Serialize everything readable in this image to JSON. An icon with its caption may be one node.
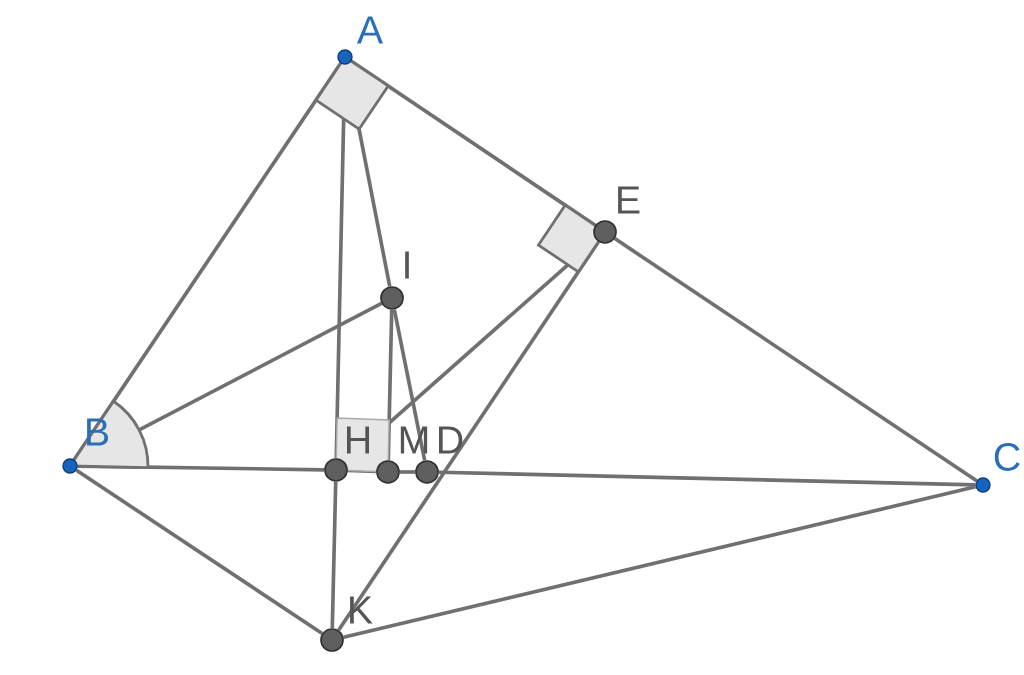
{
  "diagram": {
    "nodes": [
      {
        "text": [
          "A"
        ]
      },
      {
        "text": [
          "E"
        ]
      },
      {
        "text": [
          "I"
        ]
      },
      {
        "text": [
          "B"
        ]
      },
      {
        "text": [
          "H"
        ]
      },
      {
        "text": [
          "M"
        ]
      },
      {
        "text": [
          "D"
        ]
      },
      {
        "text": [
          "C"
        ]
      },
      {
        "text": [
          "K"
        ]
      }
    ],
    "edges": [
      {
        "from": 0,
        "to": 3,
        "arrow": "none"
      },
      {
        "from": 0,
        "to": 1,
        "arrow": "none"
      },
      {
        "from": 1,
        "to": 7,
        "arrow": "none"
      },
      {
        "from": 0,
        "to": 4,
        "arrow": "none"
      },
      {
        "from": 4,
        "to": 8,
        "arrow": "none"
      },
      {
        "from": 0,
        "to": 2,
        "arrow": "none"
      },
      {
        "from": 2,
        "to": 6,
        "arrow": "none"
      },
      {
        "from": 2,
        "to": 5,
        "arrow": "none"
      },
      {
        "from": 3,
        "to": 2,
        "arrow": "none"
      },
      {
        "from": 4,
        "to": 1,
        "arrow": "none"
      },
      {
        "from": 1,
        "to": 8,
        "arrow": "none"
      },
      {
        "from": 3,
        "to": 4,
        "arrow": "none"
      },
      {
        "from": 4,
        "to": 5,
        "arrow": "none"
      },
      {
        "from": 5,
        "to": 6,
        "arrow": "none"
      },
      {
        "from": 6,
        "to": 7,
        "arrow": "none"
      },
      {
        "from": 3,
        "to": 8,
        "arrow": "none"
      },
      {
        "from": 8,
        "to": 7,
        "arrow": "none"
      }
    ]
  }
}
